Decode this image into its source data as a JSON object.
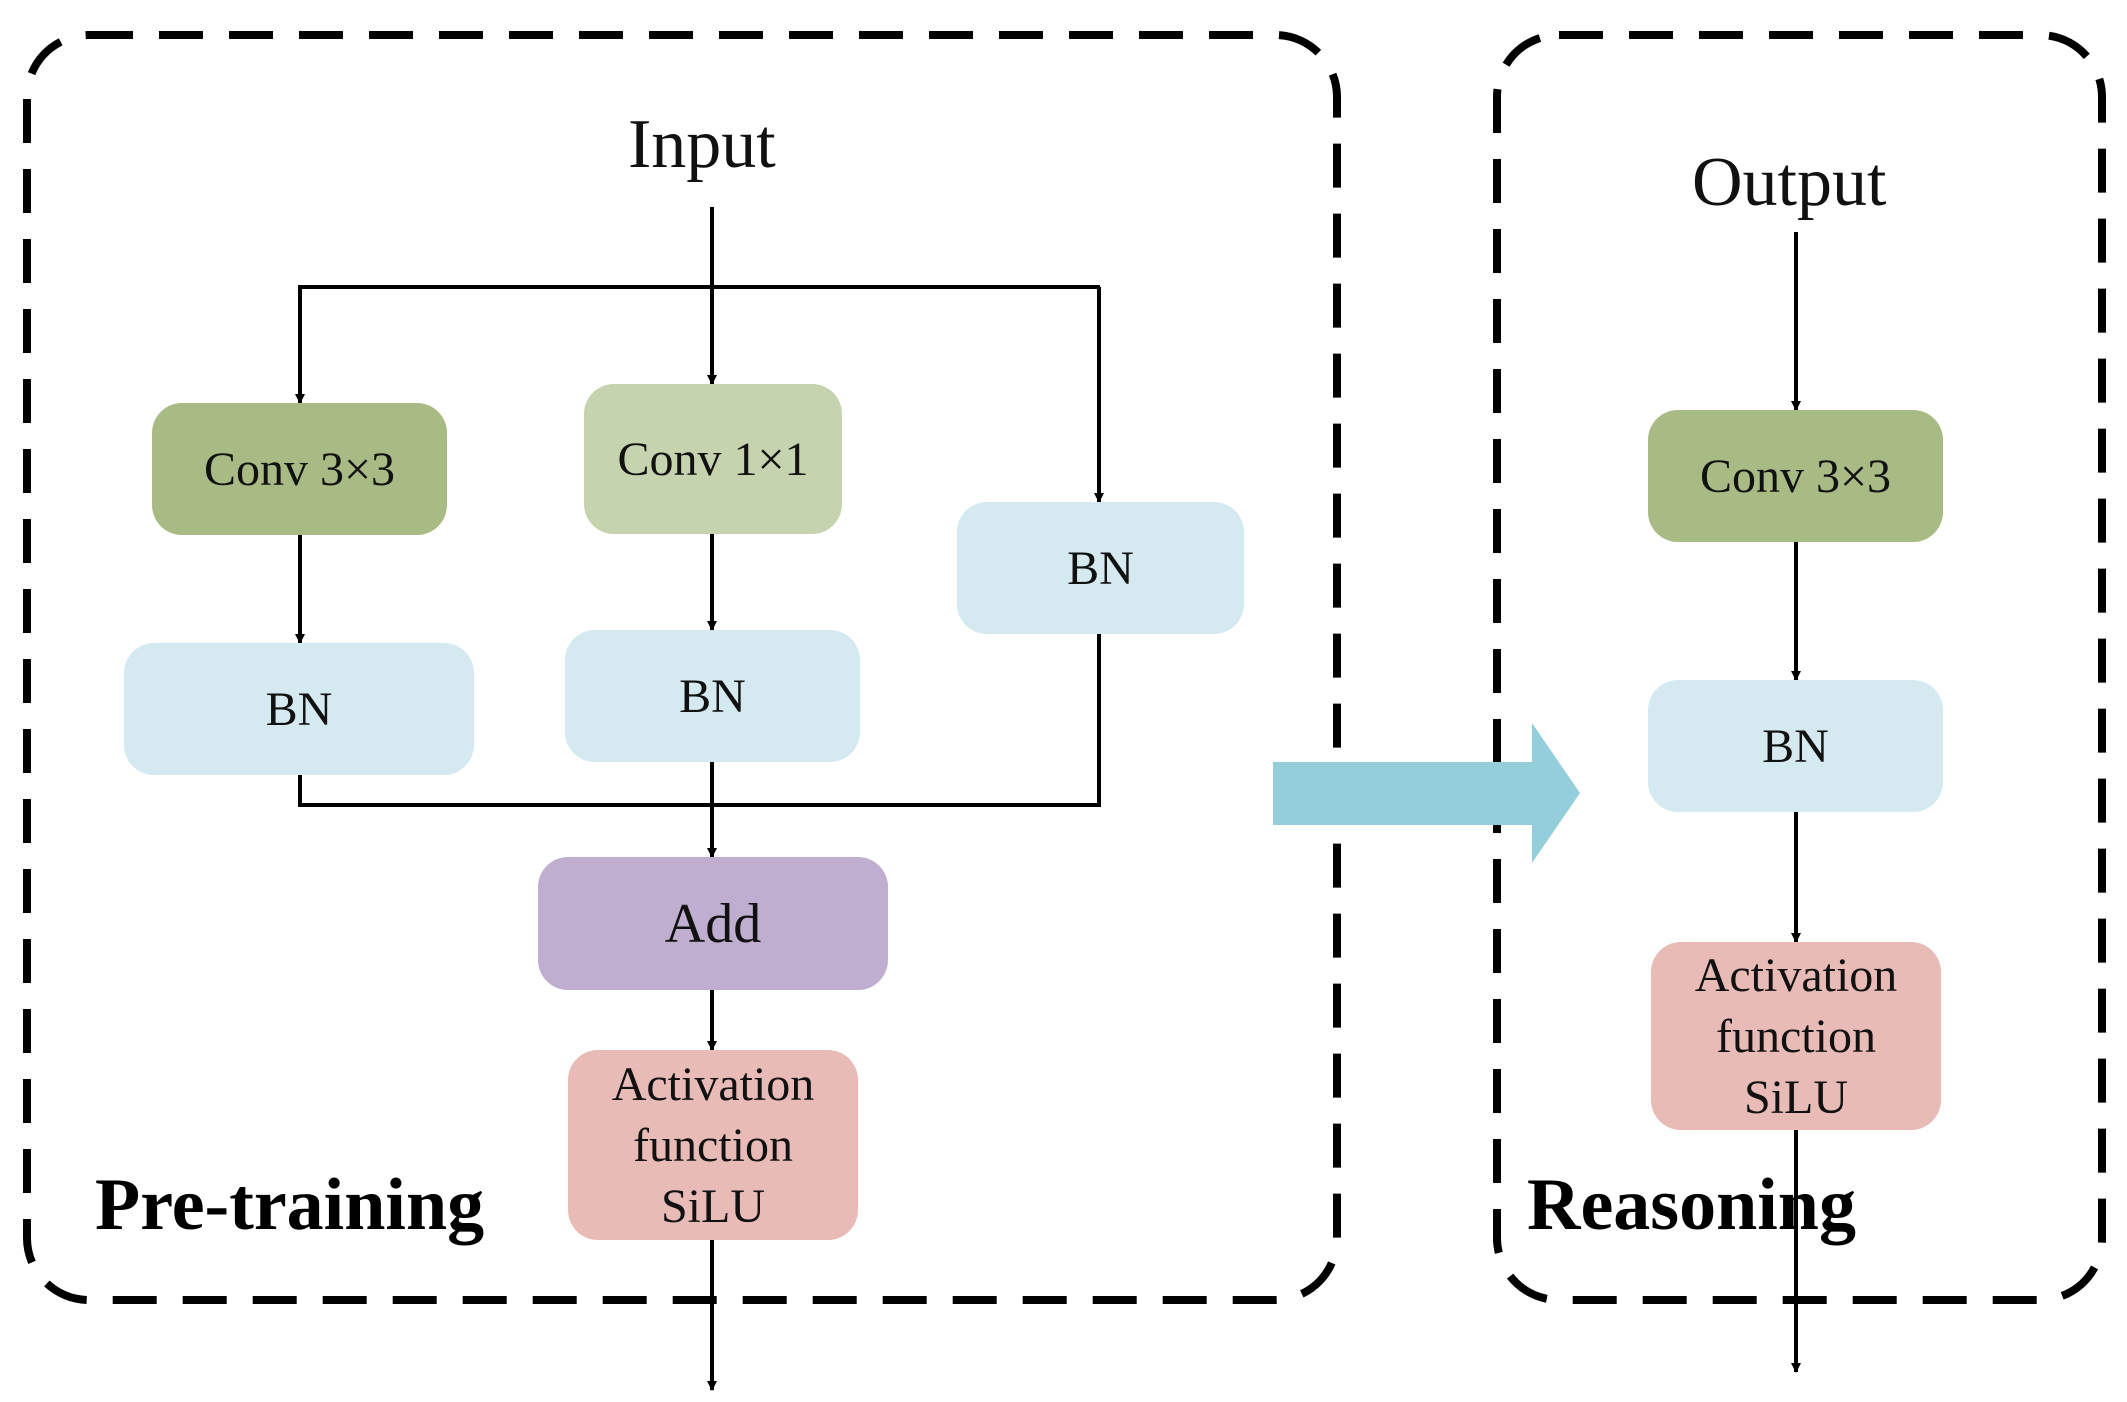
{
  "colors": {
    "conv3x3": "#a8bb84",
    "conv1x1": "#c5d3ae",
    "bn": "#d5eaf0",
    "add": "#bfaed0",
    "activation": "#e8bbb7",
    "transition_arrow": "#93ceda",
    "line": "#000000"
  },
  "pretraining": {
    "title": "Pre-training",
    "input_label": "Input",
    "conv3x3_label": "Conv 3×3",
    "conv1x1_label": "Conv 1×1",
    "bn_left_label": "BN",
    "bn_middle_label": "BN",
    "bn_right_label": "BN",
    "add_label": "Add",
    "activation_line1": "Activation",
    "activation_line2": "function",
    "activation_line3": "SiLU"
  },
  "reasoning": {
    "title": "Reasoning",
    "output_label": "Output",
    "conv3x3_label": "Conv 3×3",
    "bn_label": "BN",
    "activation_line1": "Activation",
    "activation_line2": "function",
    "activation_line3": "SiLU"
  },
  "transition": {
    "icon": "right-arrow"
  }
}
